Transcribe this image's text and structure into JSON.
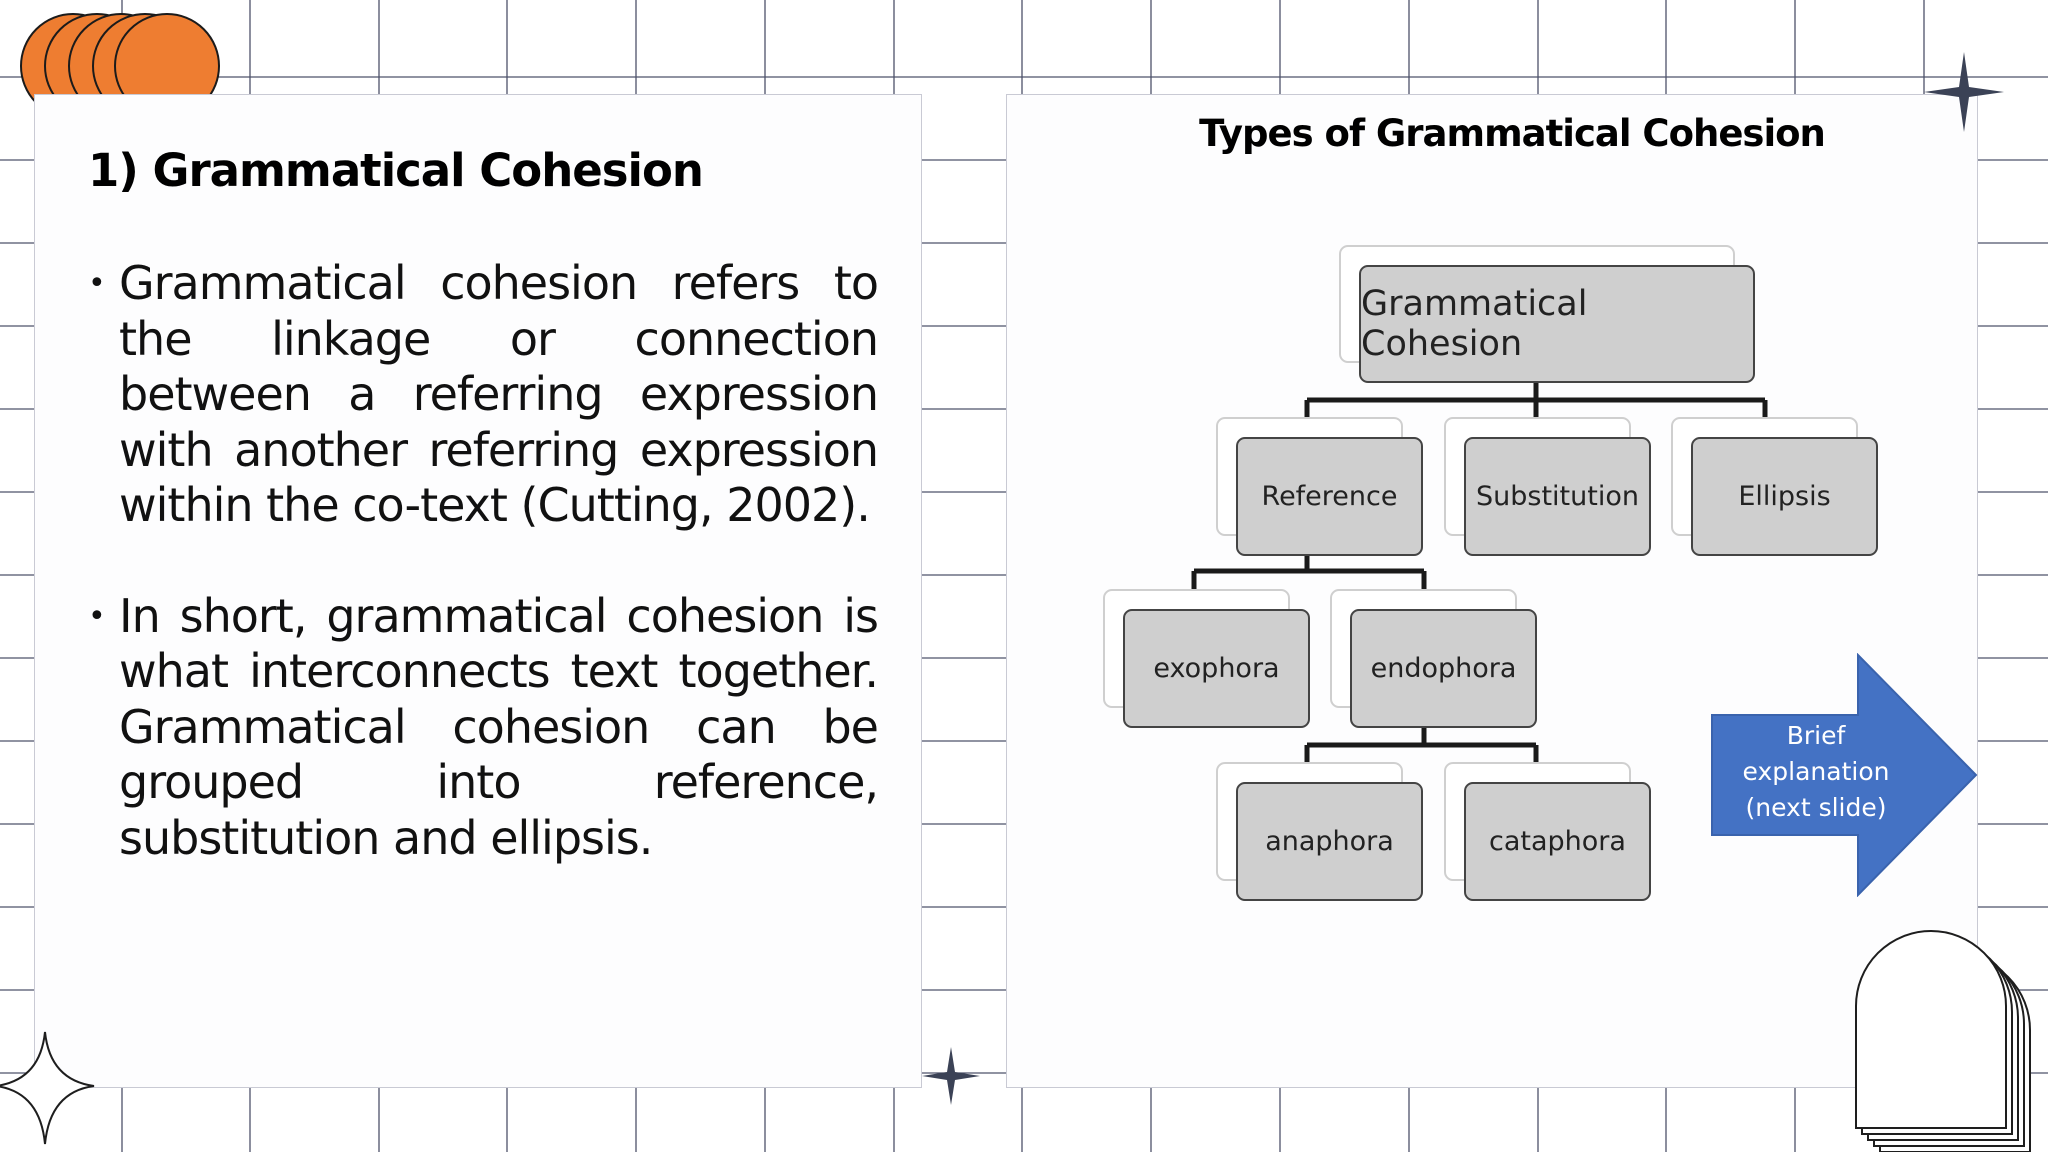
{
  "slide": {
    "title": "1) Grammatical Cohesion",
    "bullets": [
      "Grammatical cohesion refers to the linkage or connection between a referring expression with another referring expression within the co-text (Cutting, 2002).",
      "In short, grammatical cohesion is what interconnects text together. Grammatical cohesion can be grouped into reference, substitution and ellipsis."
    ],
    "bullet_symbol": "•"
  },
  "diagram": {
    "title": "Types of Grammatical Cohesion",
    "root": "Grammatical Cohesion",
    "types": [
      "Reference",
      "Substitution",
      "Ellipsis"
    ],
    "reference_types": [
      "exophora",
      "endophora"
    ],
    "endophora_types": [
      "anaphora",
      "cataphora"
    ]
  },
  "callout": {
    "line1": "Brief",
    "line2": "explanation",
    "line3": "(next slide)"
  },
  "colors": {
    "grid": "#2f3550",
    "accent_orange": "#ee7d31",
    "arrow_blue": "#4472c4",
    "box_fill": "#cfcfcf",
    "star": "#3b4256"
  }
}
